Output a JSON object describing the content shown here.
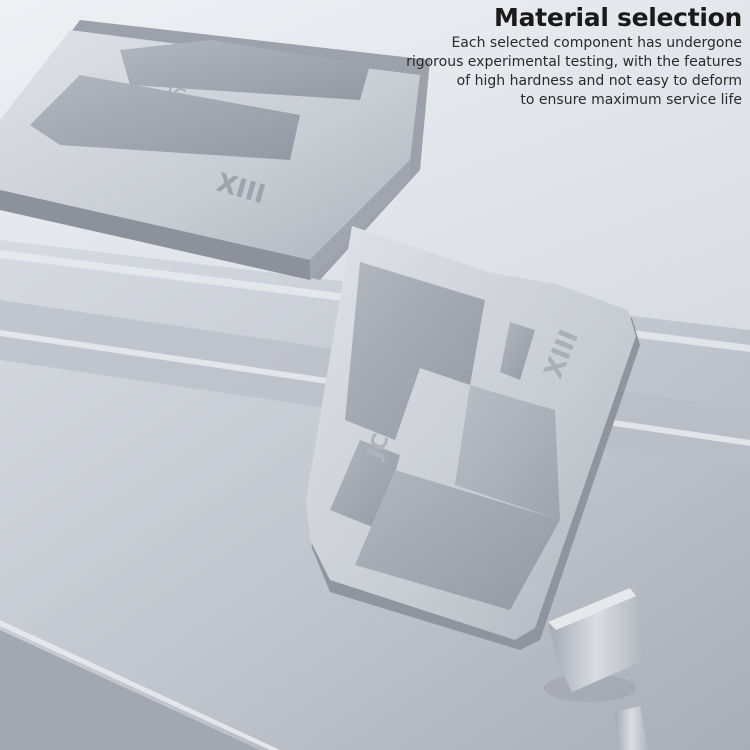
{
  "heading": {
    "title": "Material selection",
    "lines": [
      "Each selected component has undergone",
      "rigorous experimental testing, with the features",
      "of high hardness and not easy to deform",
      "to ensure maximum service life"
    ]
  },
  "product": {
    "engraving_brand": "JC",
    "engraving_model": "XIII",
    "items": [
      "assembled-fixture-frame",
      "reballing-stencil-plate",
      "clamp-block",
      "clamp-block-partial"
    ]
  },
  "colors": {
    "metal_light": "#d3d6dc",
    "metal_mid": "#b6bac3",
    "metal_dark": "#8e939e",
    "background": "#e4e6eb",
    "text": "#1a1a1a"
  }
}
